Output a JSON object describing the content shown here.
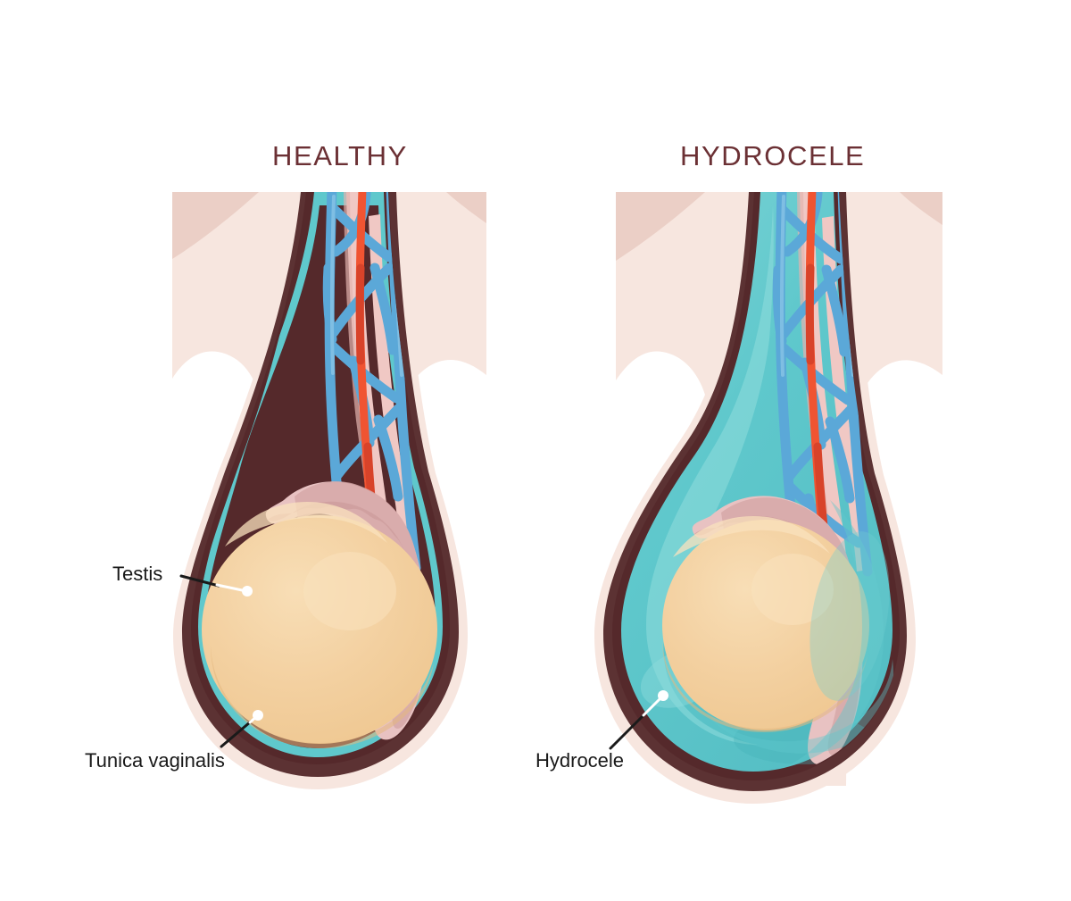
{
  "illustration": {
    "kind": "medical-anatomy-comparison",
    "subject": "Scrotum cross-section comparison",
    "background_color": "#FFFFFF"
  },
  "panels": [
    {
      "id": "healthy",
      "title": "HEALTHY",
      "title_color": "#6B3034",
      "labels": [
        {
          "id": "testis",
          "text": "Testis"
        },
        {
          "id": "tunica-vaginalis",
          "text": "Tunica vaginalis"
        }
      ]
    },
    {
      "id": "hydrocele",
      "title": "HYDROCELE",
      "title_color": "#6B3034",
      "labels": [
        {
          "id": "hydrocele",
          "text": "Hydrocele"
        }
      ]
    }
  ],
  "anatomy_colors": {
    "skin_block": "#F7E6DF",
    "skin_shadow": "#EBCFC6",
    "scrotum_wall_dark": "#5C3233",
    "tunica_vaginalis_teal": "#5FC8CC",
    "hydrocele_fluid": "#5FC8CC",
    "hydrocele_fluid_light": "#86D8D8",
    "testis_tan": "#F2CE9B",
    "testis_highlight": "#F7DCB2",
    "testis_shadow": "#E8BC86",
    "epididymis_pink": "#E8C2C2",
    "epididymis_shadow": "#D6A8A8",
    "vas_deferens_pink": "#F0C8C4",
    "vein_blue": "#5BA8D8",
    "vein_blue_dark": "#4A90BE",
    "artery_red": "#F05432",
    "artery_red_dark": "#D8432A",
    "leader_line_dark": "#1A1A1A",
    "leader_line_light": "#FFFFFF",
    "leader_dot": "#FFFFFF"
  },
  "legend_elements": {
    "testis_name": "testis",
    "epididymis_name": "epididymis",
    "spermatic_cord_name": "spermatic-cord",
    "pampiniform_plexus_name": "pampiniform-plexus",
    "testicular_artery_name": "testicular-artery",
    "vas_deferens_name": "vas-deferens",
    "tunica_vaginalis_name": "tunica-vaginalis",
    "hydrocele_fluid_name": "hydrocele-fluid"
  }
}
